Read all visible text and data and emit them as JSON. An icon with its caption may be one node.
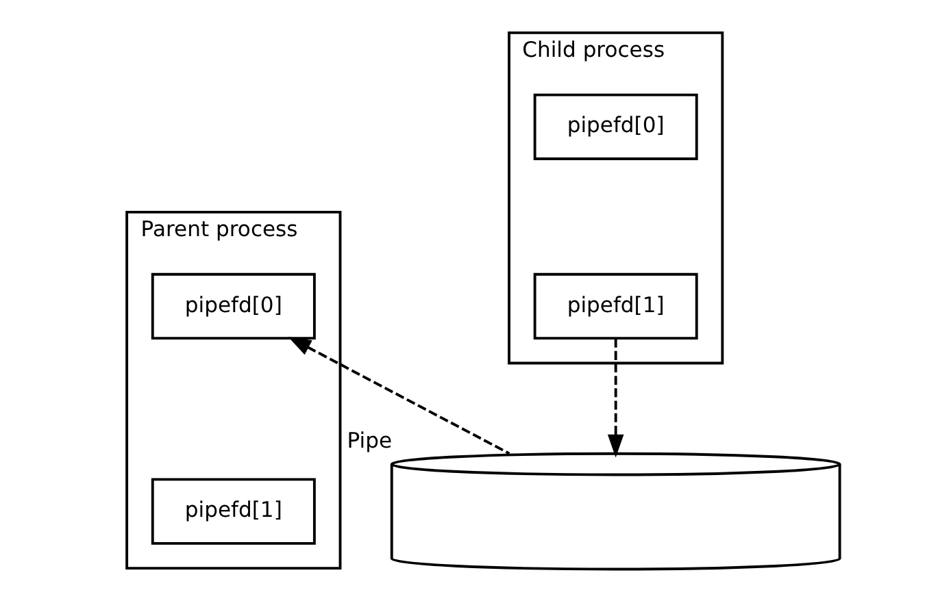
{
  "diagram": {
    "nodes": [
      {
        "text": [
          "Parent process"
        ]
      },
      {
        "text": [
          "pipefd[0]"
        ],
        "in": 0
      },
      {
        "text": [
          "pipefd[1]"
        ],
        "in": 0
      },
      {
        "text": [
          "Child process"
        ]
      },
      {
        "text": [
          "pipefd[0]"
        ],
        "in": 3
      },
      {
        "text": [
          "pipefd[1]"
        ],
        "in": 3
      },
      {
        "text": [
          "Pipe"
        ]
      }
    ],
    "edges": [
      {
        "from": 5,
        "to": 6,
        "arrow": "to",
        "style": "dashed"
      },
      {
        "from": 6,
        "to": 1,
        "arrow": "to",
        "style": "dashed"
      }
    ]
  }
}
